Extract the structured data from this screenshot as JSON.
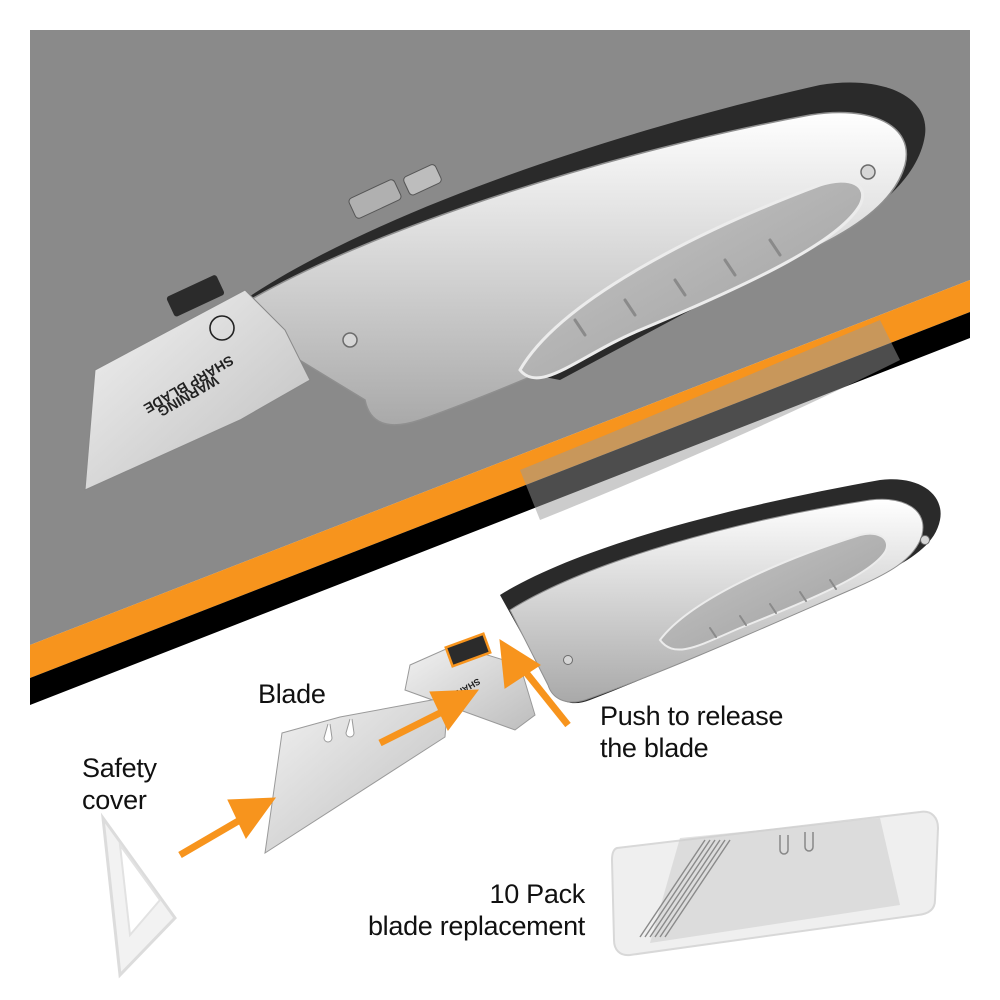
{
  "colors": {
    "panel_gray": "#8a8a8a",
    "accent_orange": "#f7941d",
    "band_black": "#000000",
    "background": "#ffffff",
    "text": "#111111"
  },
  "product": {
    "blade_imprint_line1": "WARNING",
    "blade_imprint_line2": "SHARP BLADE"
  },
  "callouts": {
    "safety_cover_line1": "Safety",
    "safety_cover_line2": "cover",
    "blade": "Blade",
    "push_release_line1": "Push to release",
    "push_release_line2": "the blade",
    "pack_line1": "10 Pack",
    "pack_line2": "blade replacement"
  }
}
